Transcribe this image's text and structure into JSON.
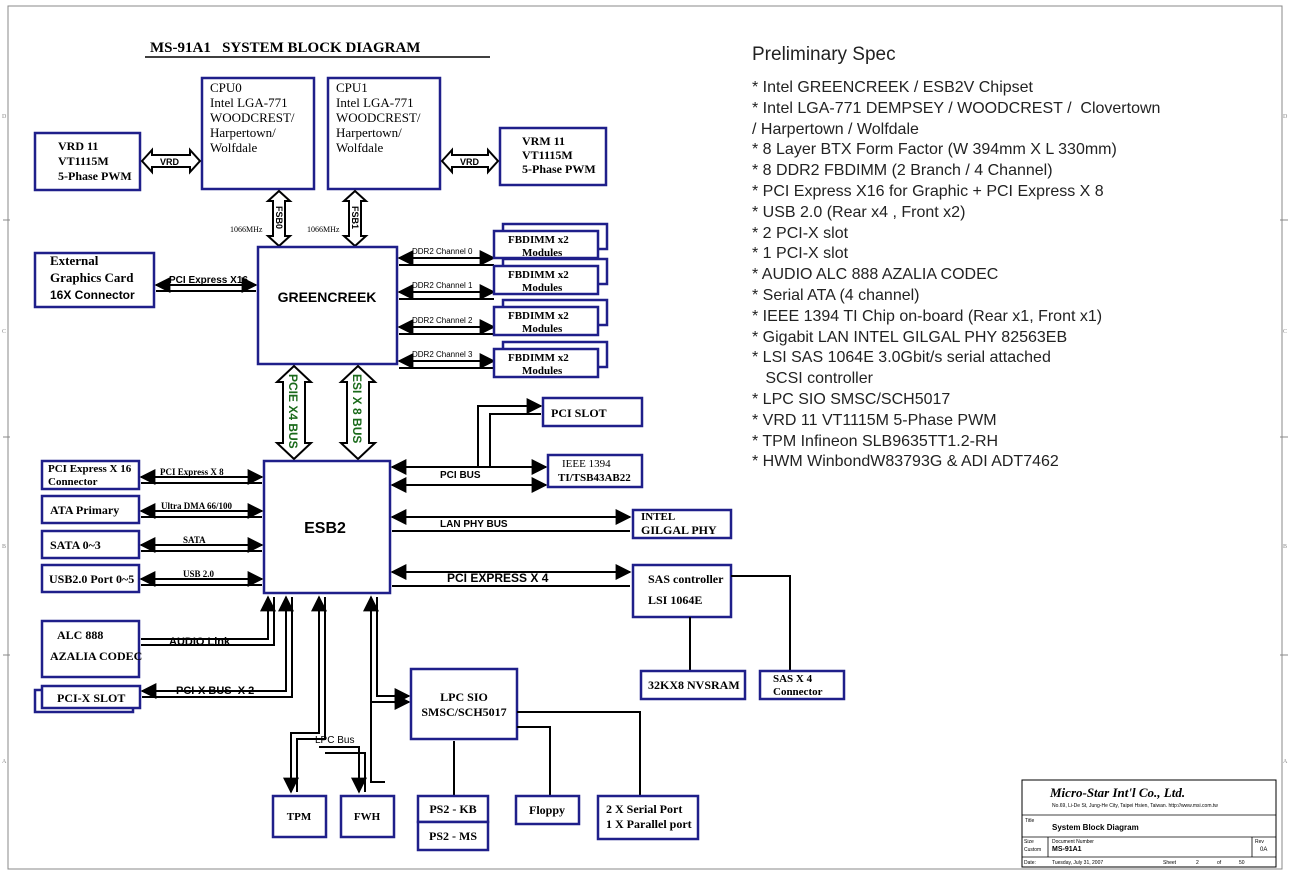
{
  "diagram_title": "MS-91A1   SYSTEM BLOCK DIAGRAM",
  "cpu0": [
    "CPU0",
    "Intel LGA-771",
    "WOODCREST/",
    "Harpertown/",
    "Wolfdale"
  ],
  "cpu1": [
    "CPU1",
    "Intel LGA-771",
    "WOODCREST/",
    "Harpertown/",
    "Wolfdale"
  ],
  "vrd_left": [
    "VRD 11",
    "VT1115M",
    "5-Phase PWM"
  ],
  "vrm_right": [
    "VRM 11",
    "VT1115M",
    "5-Phase PWM"
  ],
  "labels": {
    "vrd_arrow_left": "VRD",
    "vrd_arrow_right": "VRD",
    "fsb0": "FSB0",
    "fsb1": "FSB1",
    "fsb0_speed": "1066MHz",
    "fsb1_speed": "1066MHz",
    "pci_express_x16": "PCI Express X16",
    "pcie_x4_bus": "PCIE X4 BUS",
    "esi_x8_bus": "ESI X 8 BUS",
    "pci_express_x8": "PCI Express X 8",
    "ultra_dma": "Ultra DMA 66/100",
    "sata": "SATA",
    "usb20": "USB 2.0",
    "pci_bus": "PCI BUS",
    "lan_phy_bus": "LAN PHY BUS",
    "pci_express_x4": "PCI EXPRESS X 4",
    "audio_link": "AUDIO Link",
    "pcix_bus_x2": "PCI-X BUS  X 2",
    "lpc_bus": "LPC Bus"
  },
  "external_graphics": [
    "External",
    "Graphics Card",
    "16X Connector"
  ],
  "greencreek": "GREENCREEK",
  "esb2": "ESB2",
  "ddr2_channels": [
    "DDR2 Channel 0",
    "DDR2 Channel 1",
    "DDR2 Channel 2",
    "DDR2 Channel 3"
  ],
  "fbdimm": [
    "FBDIMM x2",
    "Modules"
  ],
  "left_ports": {
    "pci_express_x16_connector": [
      "PCI Express X 16",
      "Connector"
    ],
    "ata_primary": "ATA Primary",
    "sata_ports": "SATA 0~3",
    "usb_ports": "USB2.0 Port 0~5"
  },
  "alc888": [
    "ALC 888",
    "AZALIA CODEC"
  ],
  "pcix_slot": "PCI-X SLOT",
  "pci_slot": "PCI SLOT",
  "ieee1394": [
    "IEEE 1394",
    "TI/TSB43AB22"
  ],
  "intel_gilgal": [
    "INTEL",
    "GILGAL PHY"
  ],
  "sas_controller": [
    "SAS controller",
    "LSI 1064E"
  ],
  "nvsram": "32KX8 NVSRAM",
  "sas_x4": [
    "SAS X 4",
    "Connector"
  ],
  "lpc_sio": [
    "LPC SIO",
    "SMSC/SCH5017"
  ],
  "tpm": "TPM",
  "fwh": "FWH",
  "ps2_kb": "PS2 - KB",
  "ps2_ms": "PS2 - MS",
  "floppy": "Floppy",
  "serial_parallel": [
    "2 X Serial Port",
    "1 X Parallel port"
  ],
  "spec": {
    "title": "Preliminary Spec",
    "items": [
      "* Intel GREENCREEK / ESB2V Chipset",
      "* Intel LGA-771 DEMPSEY / WOODCREST /  Clovertown",
      "/ Harpertown / Wolfdale",
      "* 8 Layer BTX Form Factor (W 394mm X L 330mm)",
      "* 8 DDR2 FBDIMM (2 Branch / 4 Channel)",
      "* PCI Express X16 for Graphic + PCI Express X 8",
      "* USB 2.0 (Rear x4 , Front x2)",
      "* 2 PCI-X slot",
      "* 1 PCI-X slot",
      "* AUDIO ALC 888 AZALIA CODEC",
      "* Serial ATA (4 channel)",
      "* IEEE 1394 TI Chip on-board (Rear x1, Front x1)",
      "* Gigabit LAN INTEL GILGAL PHY 82563EB",
      "* LSI SAS 1064E 3.0Gbit/s serial attached",
      "   SCSI controller",
      "* LPC SIO SMSC/SCH5017",
      "* VRD 11 VT1115M 5-Phase PWM",
      "* TPM Infineon SLB9635TT1.2-RH",
      "* HWM WinbondW83793G & ADI ADT7462"
    ]
  },
  "title_block": {
    "company": "Micro-Star Int'l Co., Ltd.",
    "address": "No.69, Li-De St, Jung-He City, Taipei Hsien, Taiwan. http://www.msi.com.tw",
    "title_label": "Title",
    "title": "System Block Diagram",
    "size_label": "Size",
    "size_value": "Custom",
    "docnum_label": "Document Number",
    "docnum": "MS-91A1",
    "rev_label": "Rev",
    "rev": "0A",
    "date_label": "Date:",
    "date": "Tuesday, July 31, 2007",
    "sheet_label": "Sheet",
    "sheet": "2",
    "of_label": "of",
    "total": "50"
  },
  "border_markers": [
    "D",
    "C",
    "B",
    "A"
  ]
}
